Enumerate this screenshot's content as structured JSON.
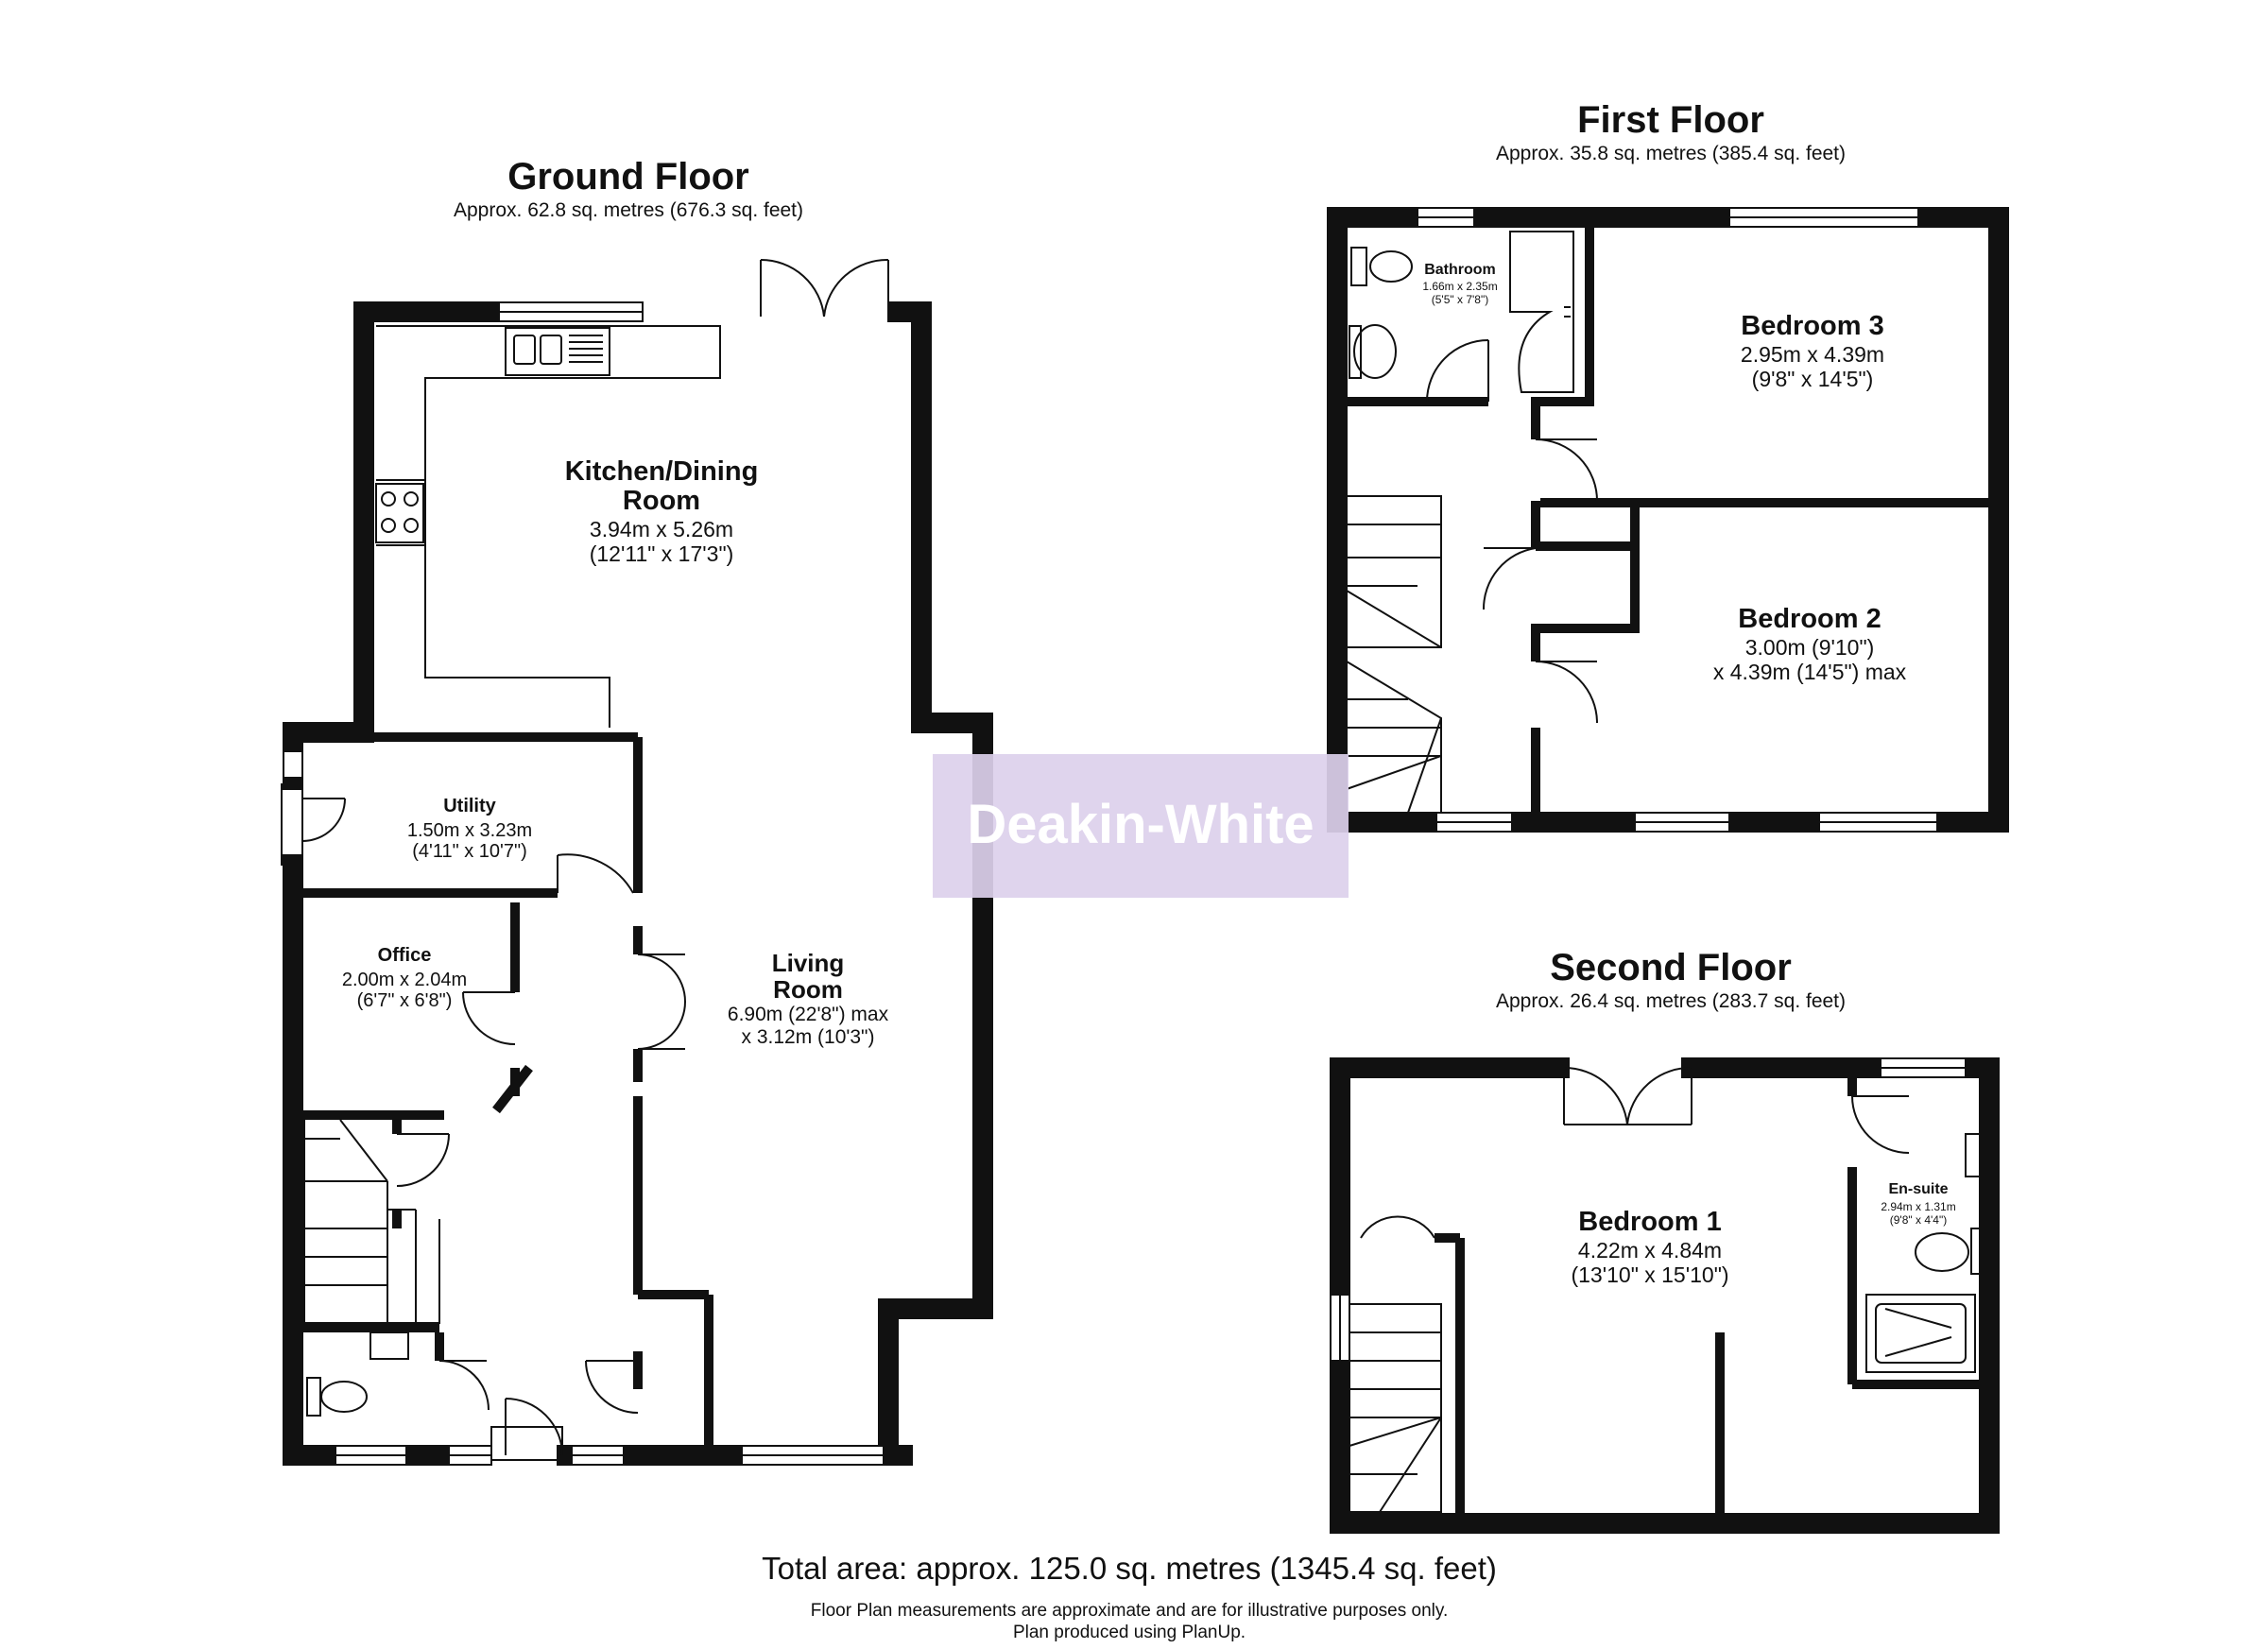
{
  "ground_floor": {
    "title": "Ground Floor",
    "area": "Approx. 62.8 sq. metres (676.3 sq. feet)",
    "rooms": {
      "kitchen": {
        "name_1": "Kitchen/Dining",
        "name_2": "Room",
        "dim_1": "3.94m x 5.26m",
        "dim_2": "(12'11\" x 17'3\")"
      },
      "utility": {
        "name": "Utility",
        "dim_1": "1.50m x 3.23m",
        "dim_2": "(4'11\" x 10'7\")"
      },
      "office": {
        "name": "Office",
        "dim_1": "2.00m x 2.04m",
        "dim_2": "(6'7\" x 6'8\")"
      },
      "living": {
        "name_1": "Living",
        "name_2": "Room",
        "dim_1": "6.90m (22'8\") max",
        "dim_2": "x 3.12m (10'3\")"
      }
    }
  },
  "first_floor": {
    "title": "First Floor",
    "area": "Approx. 35.8 sq. metres (385.4 sq. feet)",
    "rooms": {
      "bathroom": {
        "name": "Bathroom",
        "dim_1": "1.66m x 2.35m",
        "dim_2": "(5'5\" x 7'8\")"
      },
      "bedroom3": {
        "name": "Bedroom 3",
        "dim_1": "2.95m x 4.39m",
        "dim_2": "(9'8\" x 14'5\")"
      },
      "bedroom2": {
        "name": "Bedroom 2",
        "dim_1": "3.00m (9'10\")",
        "dim_2": "x 4.39m (14'5\") max"
      }
    }
  },
  "second_floor": {
    "title": "Second Floor",
    "area": "Approx. 26.4 sq. metres (283.7 sq. feet)",
    "rooms": {
      "bedroom1": {
        "name": "Bedroom 1",
        "dim_1": "4.22m x 4.84m",
        "dim_2": "(13'10\" x 15'10\")"
      },
      "ensuite": {
        "name": "En-suite",
        "dim_1": "2.94m x 1.31m",
        "dim_2": "(9'8\" x 4'4\")"
      }
    }
  },
  "watermark": "Deakin-White",
  "footer": {
    "total": "Total area: approx. 125.0 sq. metres (1345.4 sq. feet)",
    "disclaimer_1": "Floor Plan measurements are approximate and are for illustrative purposes only.",
    "disclaimer_2": "Plan produced using PlanUp."
  },
  "colors": {
    "wall": "#111111",
    "watermark_box": "#dcd0eb",
    "background": "#ffffff"
  }
}
